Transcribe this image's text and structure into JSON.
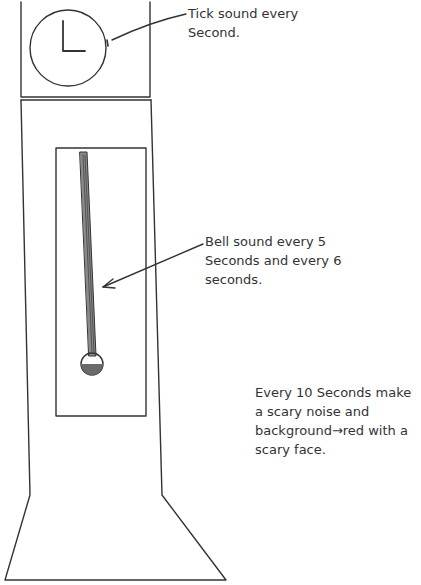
{
  "diagram": {
    "labels": [
      "Tick sound every Second.",
      "Bell sound every 5 Seconds and every 6 seconds.",
      "Every 10 Seconds make a scary noise and background→red with a scary face."
    ]
  }
}
